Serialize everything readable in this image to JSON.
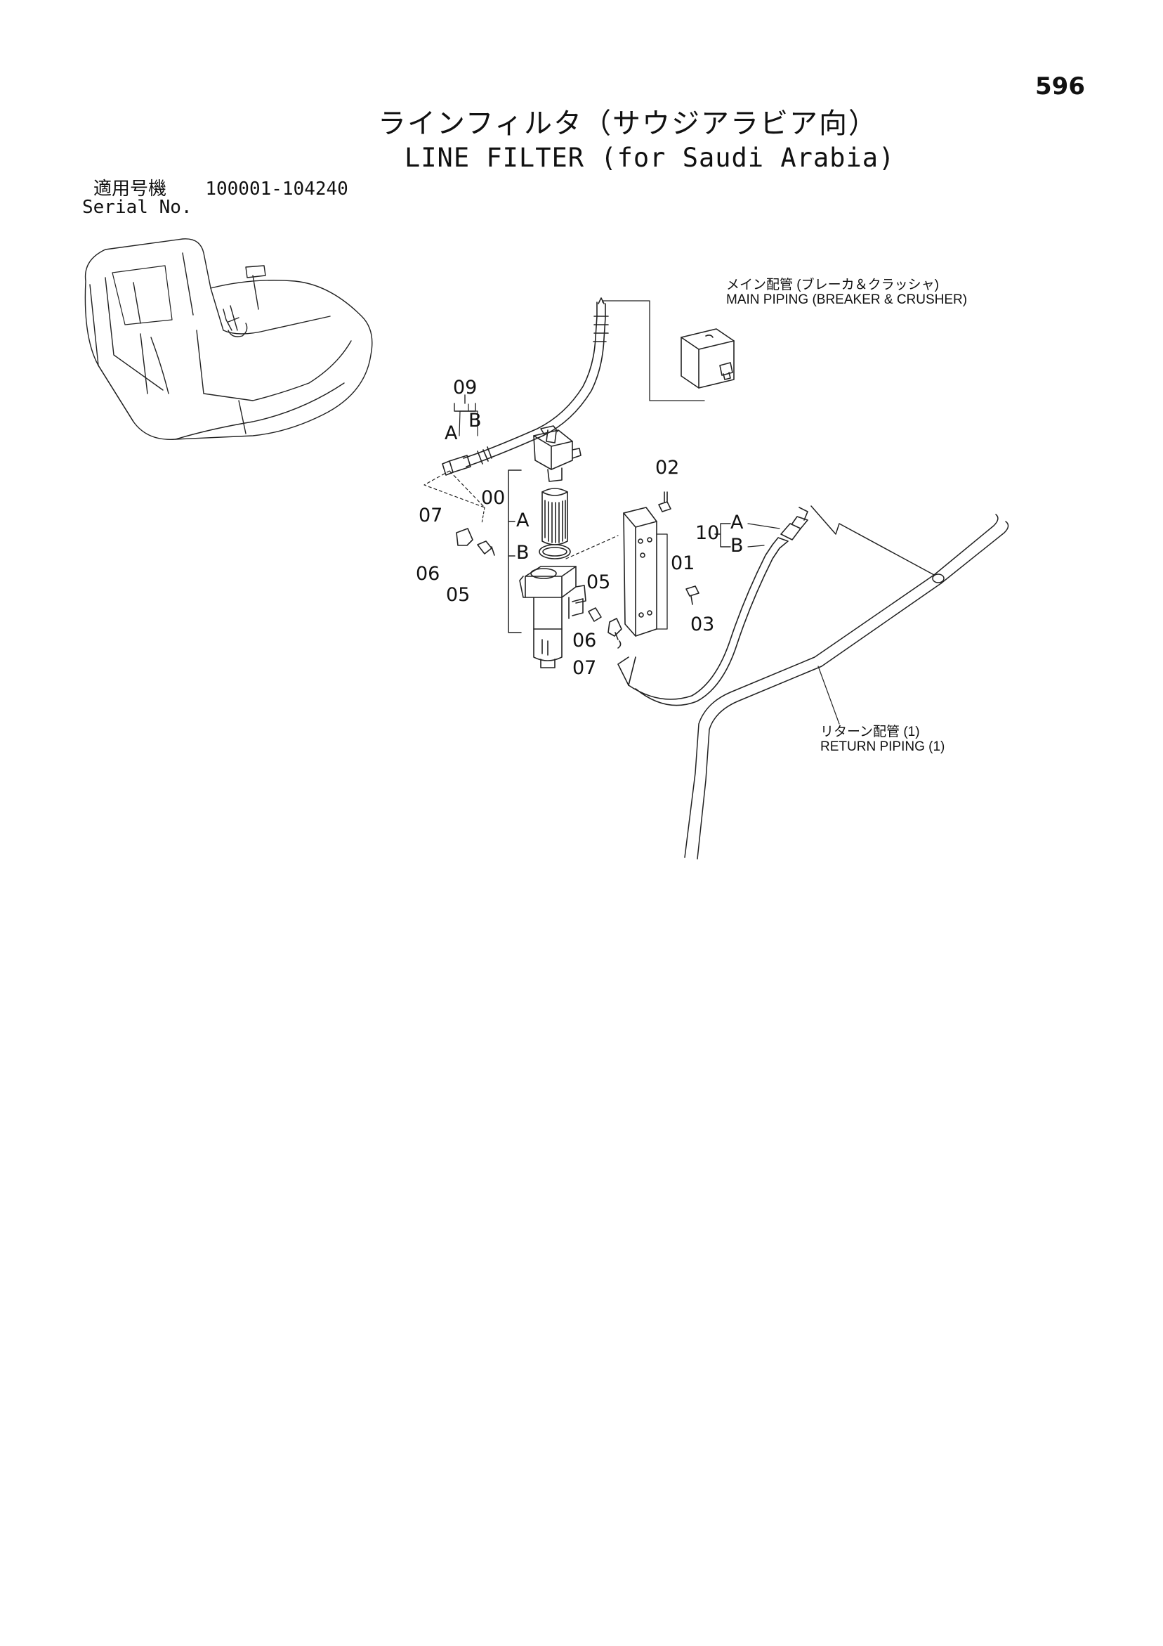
{
  "page_number": "596",
  "title": {
    "japanese": "ラインフィルタ（サウジアラビア向）",
    "english": "LINE FILTER (for Saudi Arabia)"
  },
  "serial": {
    "japanese_label": "適用号機",
    "range": "100001-104240",
    "english_label": "Serial No."
  },
  "callouts": {
    "main_piping_jp": "メイン配管 (ブレーカ＆クラッシャ)",
    "main_piping_en": "MAIN PIPING (BREAKER & CRUSHER)",
    "return_piping_jp": "リターン配管 (1)",
    "return_piping_en": "RETURN PIPING (1)"
  },
  "part_labels": {
    "p00": "00",
    "p01": "01",
    "p02": "02",
    "p03": "03",
    "p05a": "05",
    "p05b": "05",
    "p06a": "06",
    "p06b": "06",
    "p07a": "07",
    "p07b": "07",
    "p09": "09",
    "p10": "10",
    "sub_a1": "A",
    "sub_b1": "B",
    "sub_a2": "A",
    "sub_b2": "B",
    "sub_a3": "A",
    "sub_b3": "B"
  }
}
